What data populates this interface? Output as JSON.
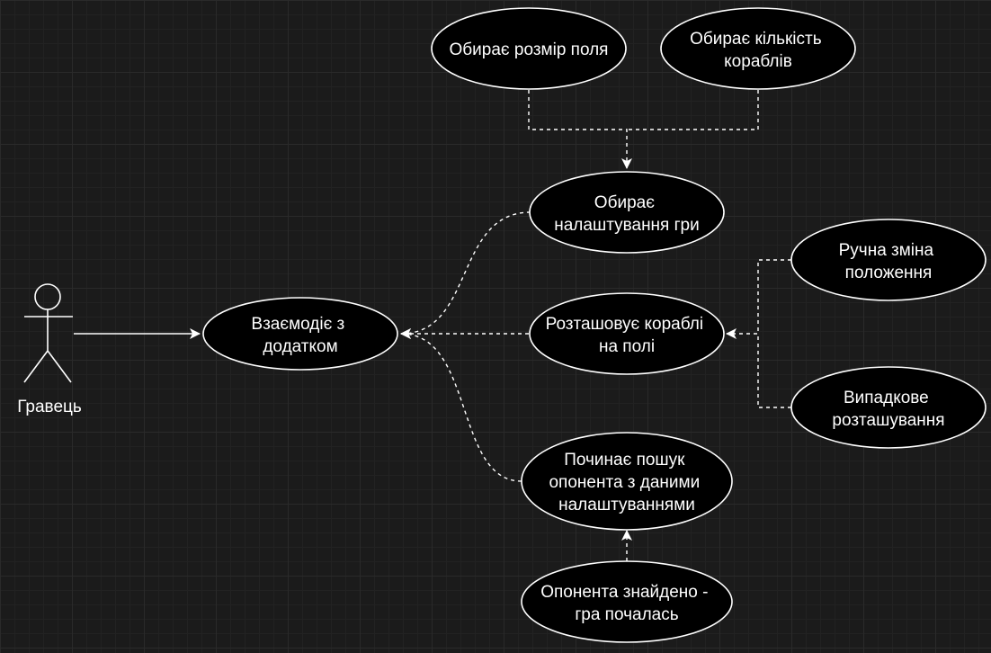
{
  "diagram": {
    "actor": {
      "label": "Гравець"
    },
    "use_cases": {
      "interact": [
        "Взаємодіє з",
        "додатком"
      ],
      "field_size": [
        "Обирає розмір поля"
      ],
      "ship_count": [
        "Обирає кількість",
        "кораблів"
      ],
      "settings": [
        "Обирає",
        "налаштування гри"
      ],
      "place_ships": [
        "Розташовує кораблі",
        "на полі"
      ],
      "manual_move": [
        "Ручна зміна",
        "положення"
      ],
      "random_place": [
        "Випадкове",
        "розташування"
      ],
      "search_opponent": [
        "Починає пошук",
        "опонента з даними",
        "налаштуваннями"
      ],
      "opponent_found": [
        "Опонента знайдено -",
        "гра почалась"
      ]
    },
    "edges": [
      {
        "from": "actor",
        "to": "interact",
        "style": "solid"
      },
      {
        "from": "field_size",
        "to": "settings",
        "style": "dashed"
      },
      {
        "from": "ship_count",
        "to": "settings",
        "style": "dashed"
      },
      {
        "from": "settings",
        "to": "interact",
        "style": "dashed"
      },
      {
        "from": "place_ships",
        "to": "interact",
        "style": "dashed"
      },
      {
        "from": "search_opponent",
        "to": "interact",
        "style": "dashed"
      },
      {
        "from": "manual_move",
        "to": "place_ships",
        "style": "dashed"
      },
      {
        "from": "random_place",
        "to": "place_ships",
        "style": "dashed"
      },
      {
        "from": "opponent_found",
        "to": "search_opponent",
        "style": "dashed"
      }
    ],
    "colors": {
      "background": "#1b1b1b",
      "grid": "#2a2a2a",
      "shape_fill": "#000000",
      "stroke": "#ffffff",
      "text": "#ffffff"
    }
  }
}
